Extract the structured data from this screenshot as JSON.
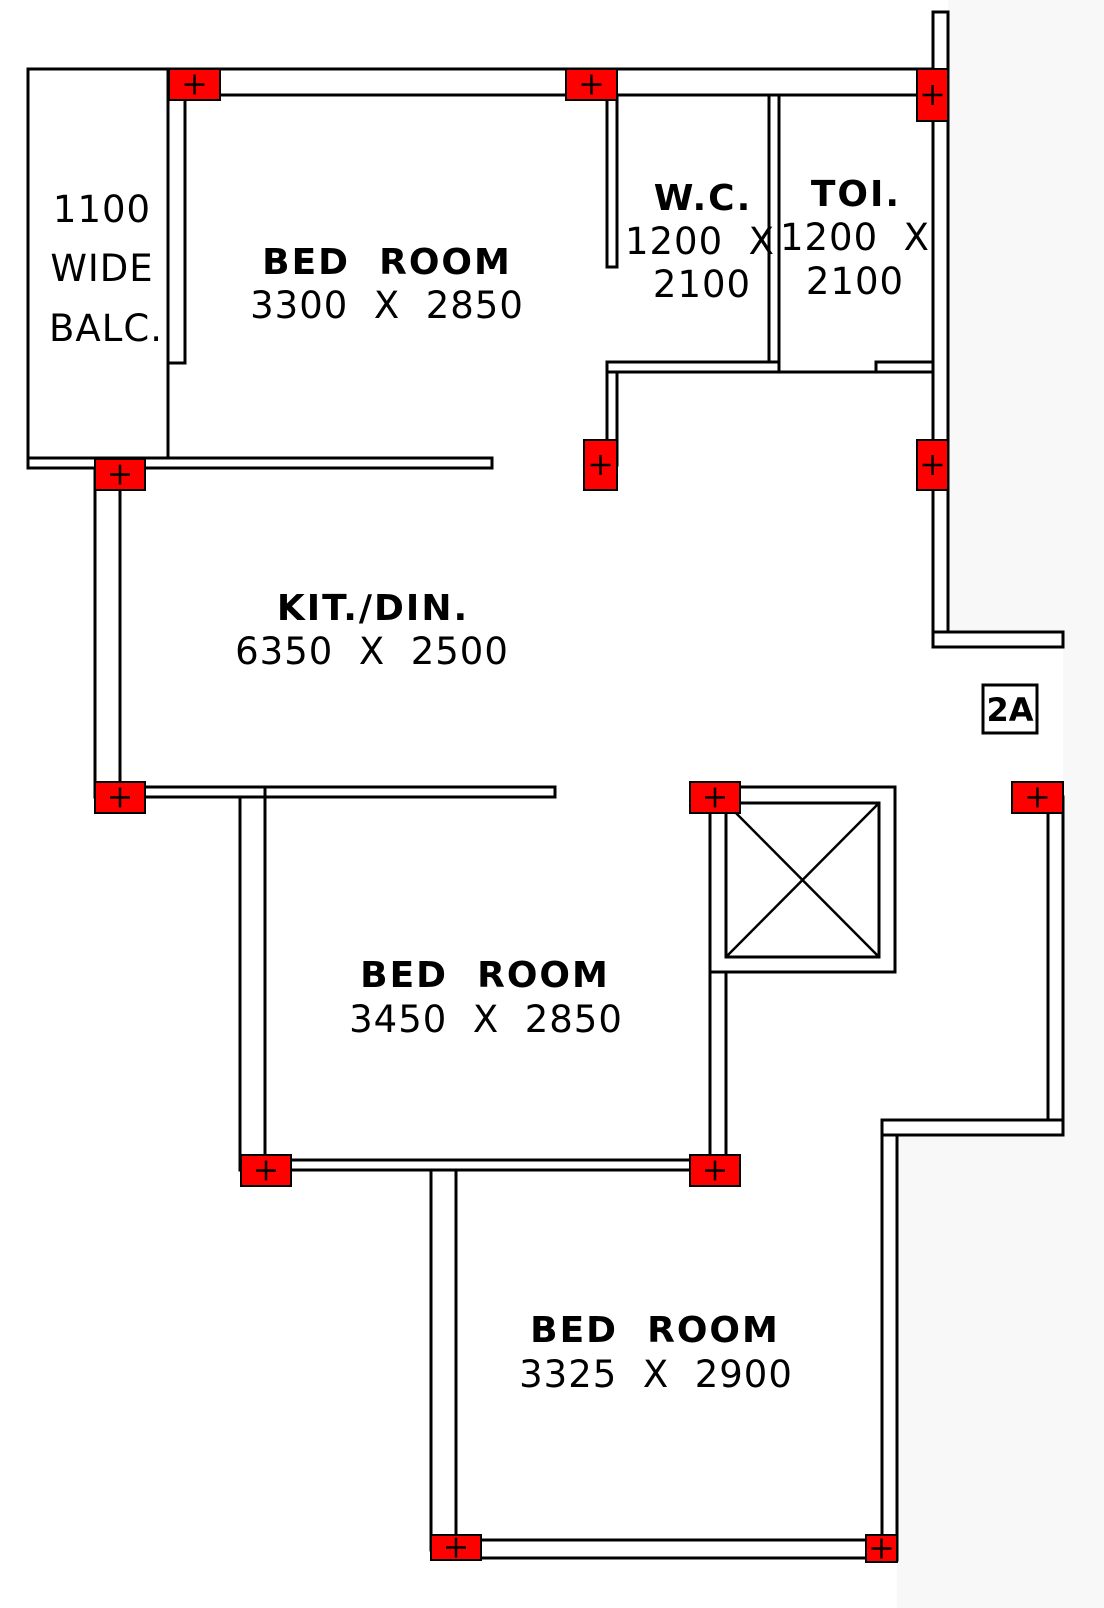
{
  "unit_tag": "2A",
  "rooms": [
    {
      "name": "1100",
      "dims": "WIDE",
      "extra": "BALC."
    },
    {
      "name": "BED  ROOM",
      "dims": "3300  X  2850"
    },
    {
      "name": "W.C.",
      "dims": "1200  X",
      "extra": "2100"
    },
    {
      "name": "TOI.",
      "dims": "1200  X",
      "extra": "2100"
    },
    {
      "name": "KIT./DIN.",
      "dims": "6350  X  2500"
    },
    {
      "name": "BED  ROOM",
      "dims": "3450  X  2850"
    },
    {
      "name": "BED  ROOM",
      "dims": "3325  X  2900"
    }
  ],
  "colors": {
    "wall": "#000000",
    "column": "#ff0000",
    "floor": "#ffffff",
    "background": "#f8f8f8"
  }
}
